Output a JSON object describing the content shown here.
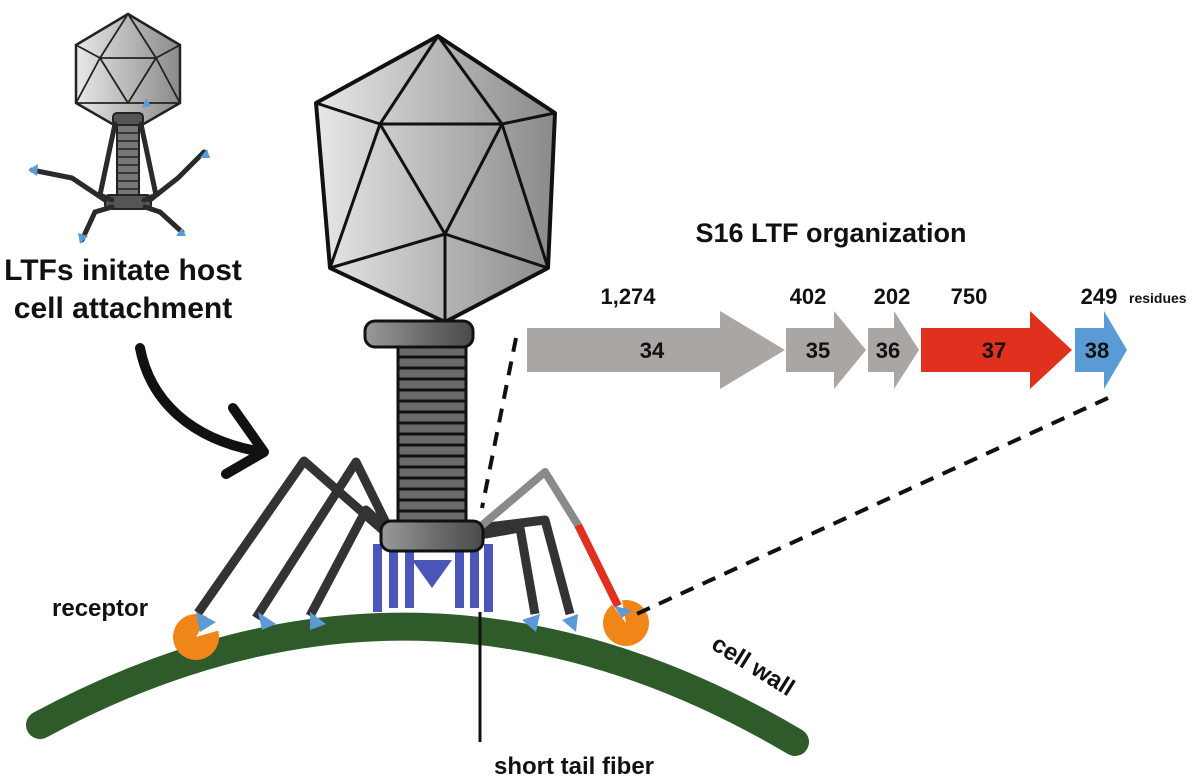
{
  "title": "S16 LTF organization",
  "caption": [
    "LTFs initate host",
    "cell attachment"
  ],
  "labels": {
    "receptor": "receptor",
    "cell_wall": "cell wall",
    "short_tail_fiber": "short tail fiber",
    "residues": "residues"
  },
  "genes": [
    {
      "id": "34",
      "residues": "1,274",
      "color": "#aaa6a4"
    },
    {
      "id": "35",
      "residues": "402",
      "color": "#aaa6a4"
    },
    {
      "id": "36",
      "residues": "202",
      "color": "#aaa6a4"
    },
    {
      "id": "37",
      "residues": "750",
      "color": "#e0301e"
    },
    {
      "id": "38",
      "residues": "249",
      "color": "#5b9bd5"
    }
  ],
  "colors": {
    "cell_wall": "#2f5b2b",
    "receptor": "#f0861a",
    "fiber": "#333333",
    "short_fiber": "#4a56b8",
    "tip": "#5b9bd5"
  }
}
